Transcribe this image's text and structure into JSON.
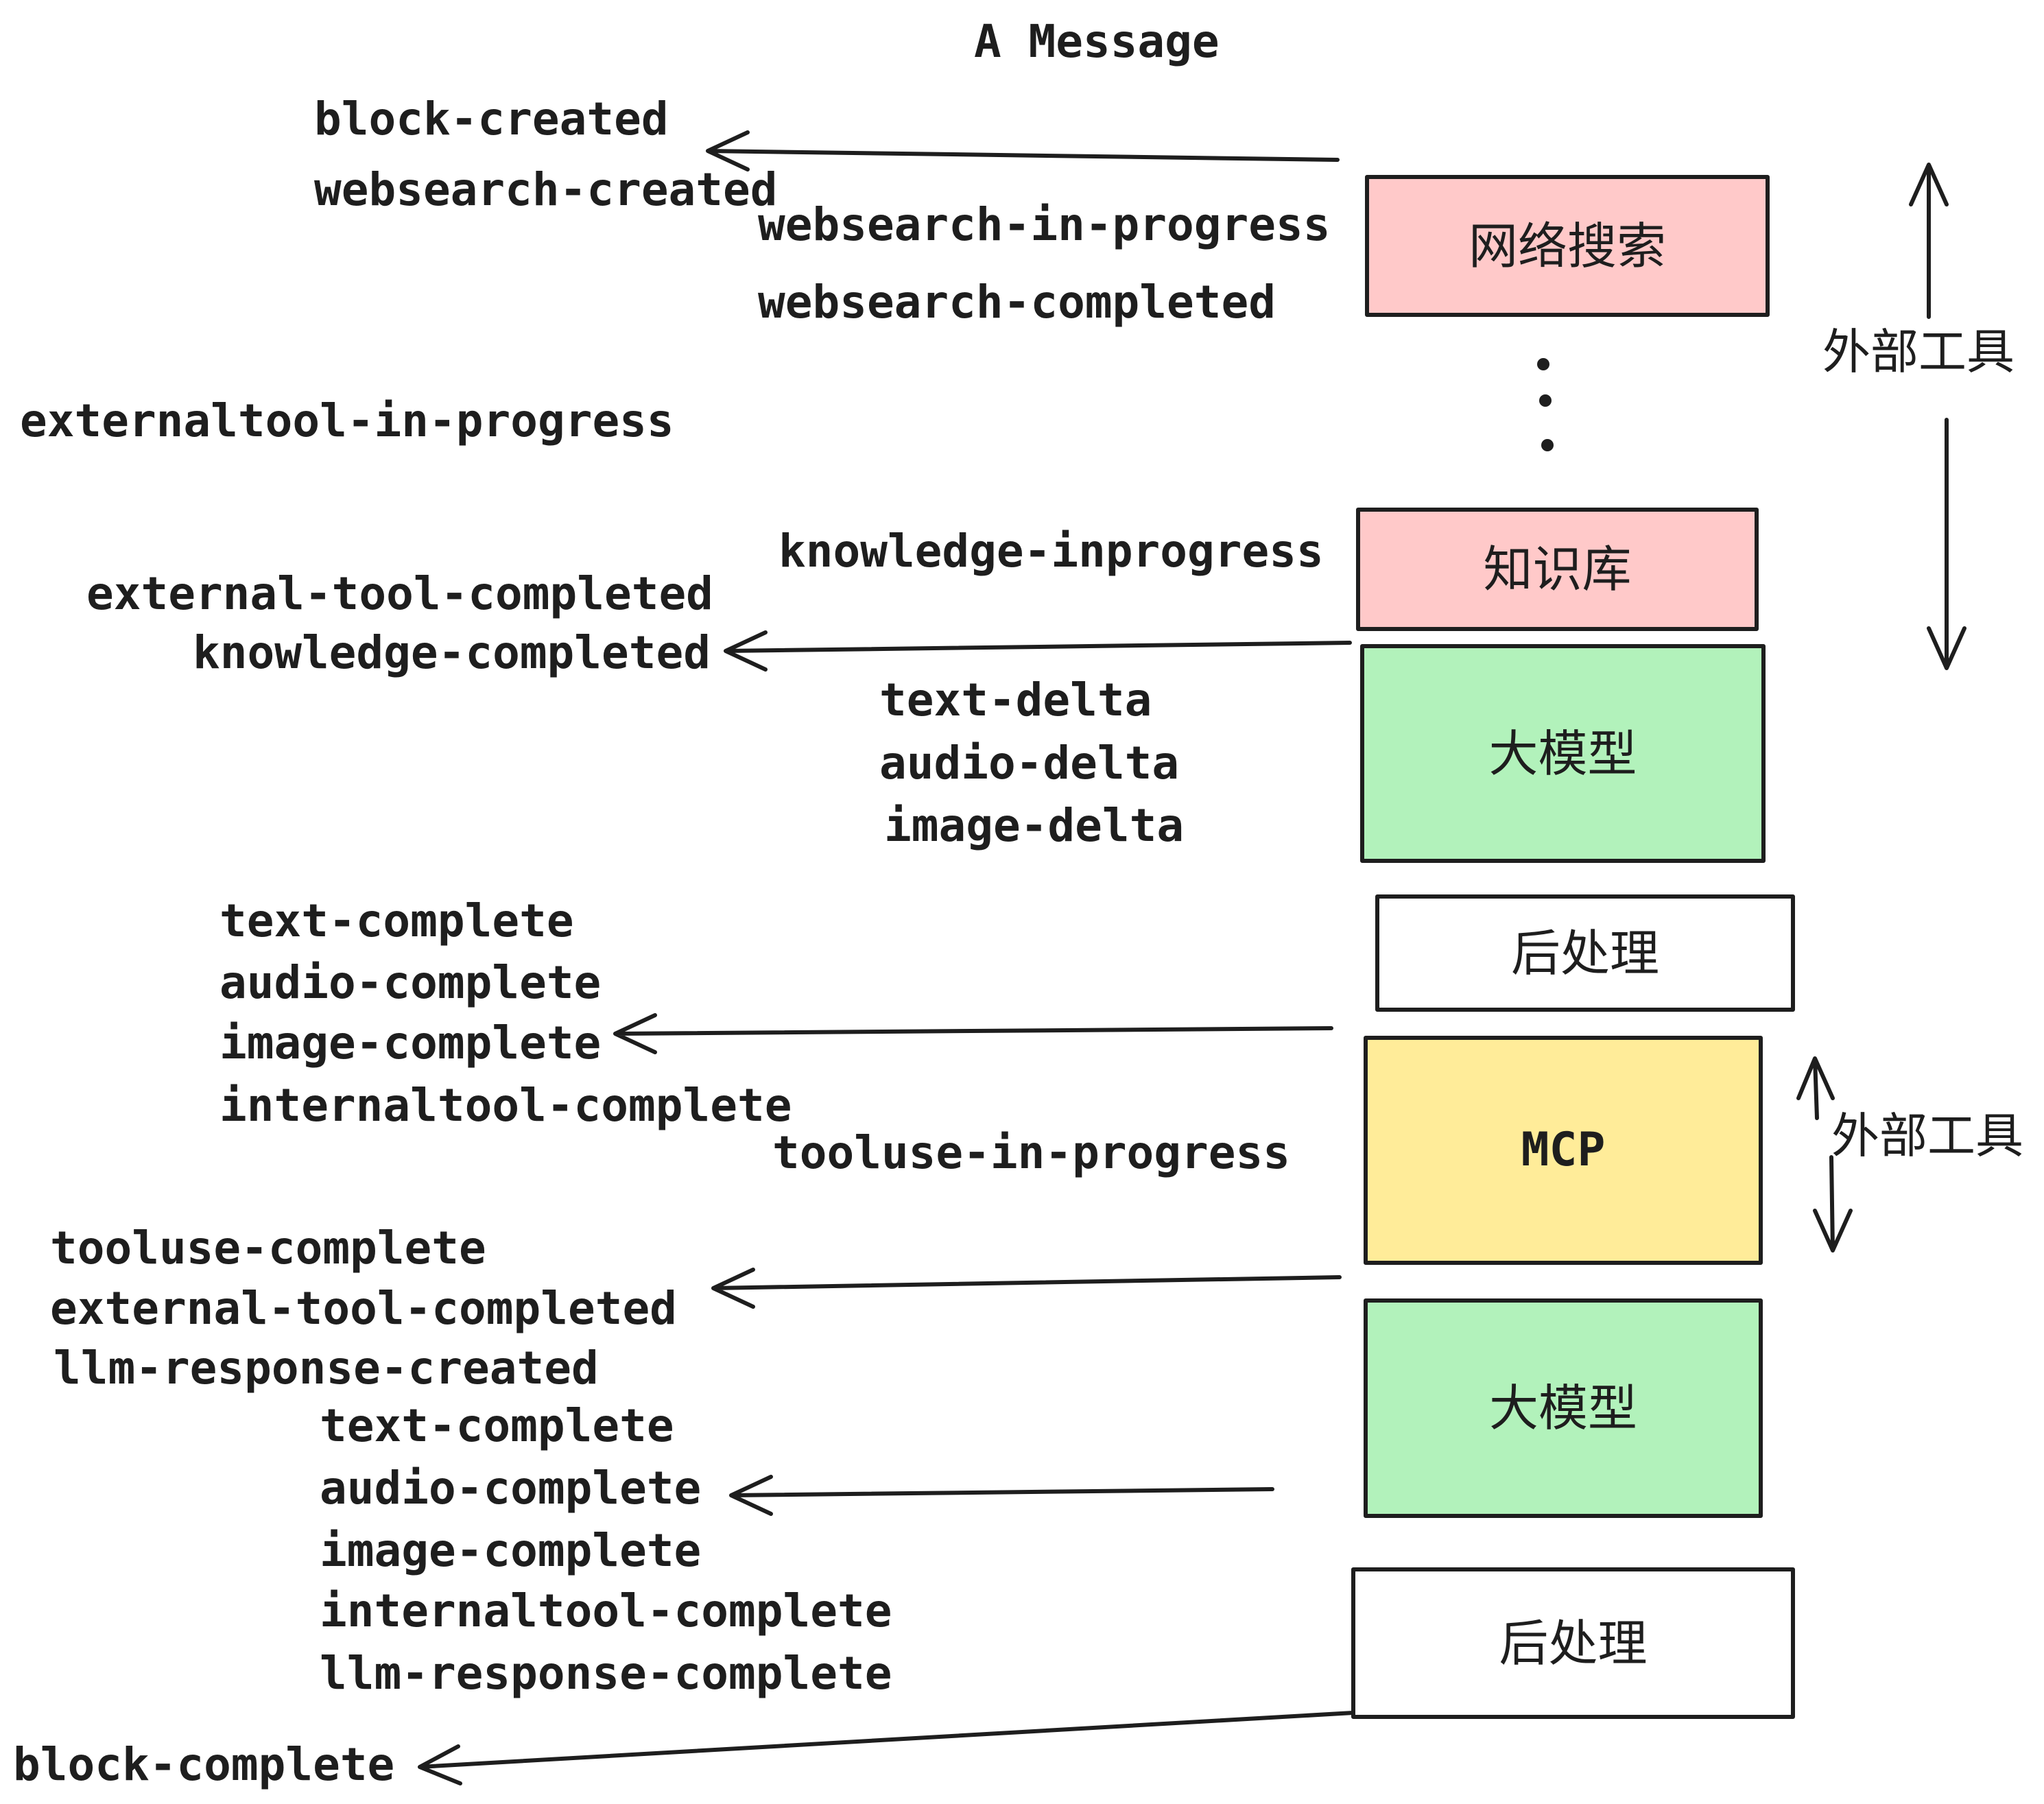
{
  "title": "A Message",
  "colors": {
    "pink": "#ffc9c9",
    "green": "#b2f2bb",
    "yellow": "#ffec99",
    "ink": "#1e1e1e",
    "bg": "#ffffff"
  },
  "boxes": {
    "websearch": {
      "label": "网络搜索"
    },
    "knowledge": {
      "label": "知识库"
    },
    "llm1": {
      "label": "大模型"
    },
    "post1": {
      "label": "后处理"
    },
    "mcp": {
      "label": "MCP"
    },
    "llm2": {
      "label": "大模型"
    },
    "post2": {
      "label": "后处理"
    }
  },
  "side_labels": {
    "external_tools_top": "外部工具",
    "external_tools_bottom": "外部工具"
  },
  "events": {
    "block_created": "block-created",
    "websearch_created": "websearch-created",
    "websearch_in_progress": "websearch-in-progress",
    "websearch_completed": "websearch-completed",
    "externaltool_in_progress": "externaltool-in-progress",
    "knowledge_inprogress": "knowledge-inprogress",
    "external_tool_completed_1": "external-tool-completed",
    "knowledge_completed": "knowledge-completed",
    "text_delta_1": "text-delta",
    "audio_delta_1": "audio-delta",
    "image_delta_1": "image-delta",
    "text_complete_1": "text-complete",
    "audio_complete_1": "audio-complete",
    "image_complete_1": "image-complete",
    "internaltool_complete_1": "internaltool-complete",
    "tooluse_in_progress": "tooluse-in-progress",
    "tooluse_complete": "tooluse-complete",
    "external_tool_completed_2": "external-tool-completed",
    "llm_response_created": "llm-response-created",
    "text_complete_2": "text-complete",
    "audio_complete_2": "audio-complete",
    "image_complete_2": "image-complete",
    "internaltool_complete_2": "internaltool-complete",
    "llm_response_complete": "llm-response-complete",
    "block_complete": "block-complete"
  }
}
